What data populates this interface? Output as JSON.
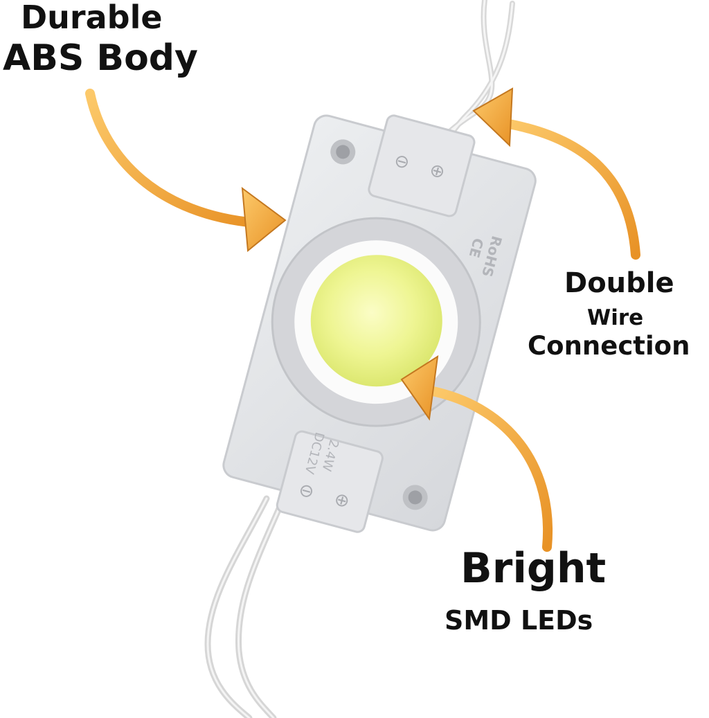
{
  "callouts": {
    "abs_body": {
      "line1": "Durable",
      "line2": "ABS Body"
    },
    "wire": {
      "line1": "Double",
      "line2": "Wire",
      "line3": "Connection"
    },
    "leds": {
      "line1": "Bright",
      "line2": "SMD LEDs"
    }
  },
  "module": {
    "marking_top_1": "RoHS",
    "marking_top_2": "CE",
    "marking_bottom_1": "2.4W",
    "marking_bottom_2": "DC12V",
    "minus_symbol": "⊖",
    "plus_symbol": "⊕"
  },
  "colors": {
    "arrow": "#f0a638",
    "arrow_outline": "#b0661a",
    "body": "#e2e3e6",
    "led": "#f1f59a",
    "wire": "#ececec"
  },
  "icons": [
    "arrow-icon",
    "led-lens-icon",
    "mounting-hole-icon"
  ]
}
